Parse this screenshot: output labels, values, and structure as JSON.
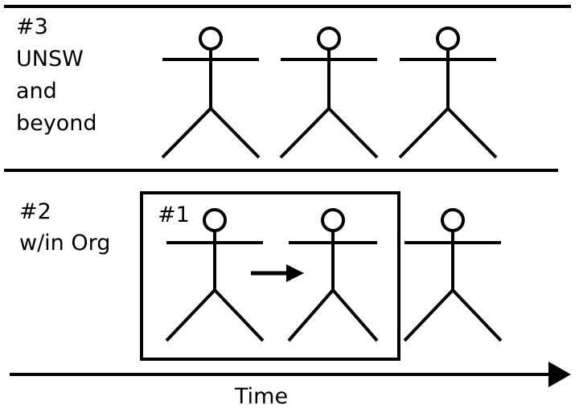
{
  "tiers": {
    "outer": {
      "number": "#3",
      "lines": [
        "UNSW",
        "and",
        "beyond"
      ]
    },
    "middle": {
      "number": "#2",
      "text": "w/in Org"
    },
    "inner": {
      "number": "#1"
    }
  },
  "time_axis": {
    "label": "Time"
  },
  "colors": {
    "ink": "#000000",
    "background": "#ffffff"
  }
}
